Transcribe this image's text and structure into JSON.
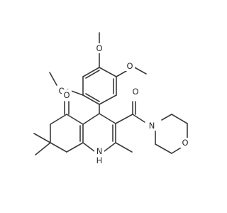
{
  "atoms": {
    "oxygen_1": "O",
    "oxygen_2": "O",
    "oxygen_3": "O",
    "oxygen_4": "O",
    "oxygen_5": "O",
    "oxygen_6": "O",
    "nitrogen_1": "N",
    "nh": "H",
    "nh_n": "N"
  }
}
